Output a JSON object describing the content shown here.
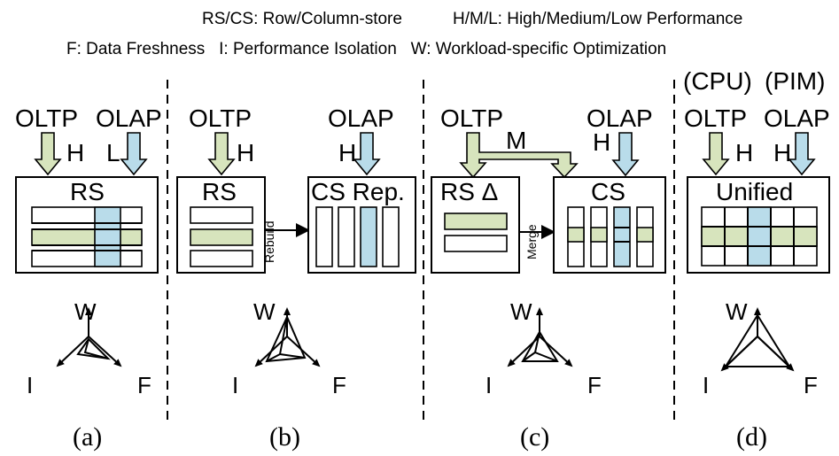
{
  "legend": {
    "line1a": "RS/CS: Row/Column-store",
    "line1b": "H/M/L: High/Medium/Low Performance",
    "line2": "F: Data Freshness   I: Performance Isolation   W: Workload-specific Optimization"
  },
  "labels": {
    "oltp": "OLTP",
    "olap": "OLAP",
    "cpu": "(CPU)",
    "pim": "(PIM)",
    "high": "H",
    "medium": "M",
    "low": "L",
    "rs": "RS",
    "cs": "CS",
    "cs_rep": "CS Rep.",
    "rs_delta": "RS Δ",
    "unified": "Unified",
    "rebuild": "Rebuild",
    "merge": "Merge",
    "w": "W",
    "i": "I",
    "f": "F"
  },
  "captions": [
    "(a)",
    "(b)",
    "(c)",
    "(d)"
  ],
  "colors": {
    "oltp_green": "#d7e4bd",
    "olap_blue": "#b9dcea"
  }
}
